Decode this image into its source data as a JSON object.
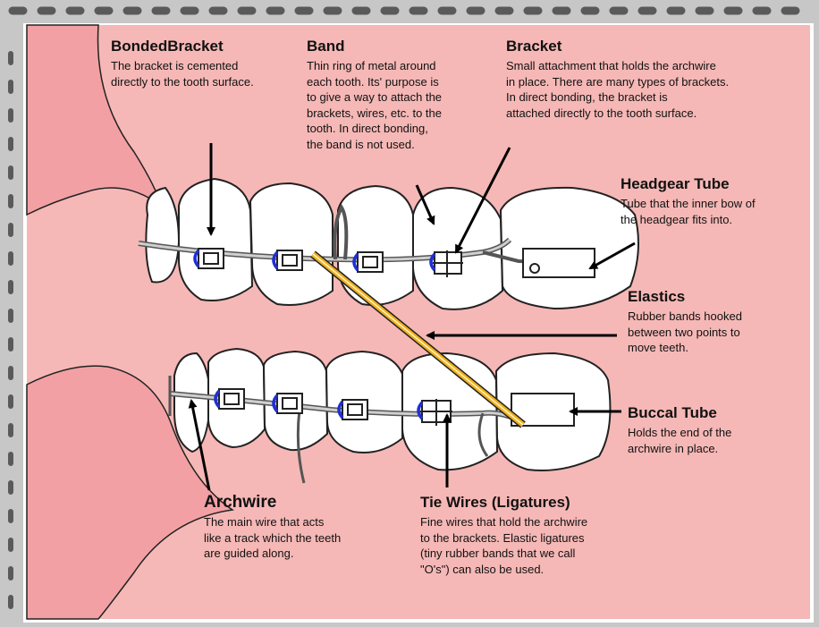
{
  "labels": {
    "bonded_bracket": {
      "title": "BondedBracket",
      "desc": "The bracket is cemented\ndirectly to the tooth surface."
    },
    "band": {
      "title": "Band",
      "desc": "Thin ring of metal around\neach tooth. Its' purpose is\nto give a way to attach the\nbrackets, wires, etc. to the\ntooth. In direct bonding,\nthe band is not used."
    },
    "bracket": {
      "title": "Bracket",
      "desc": "Small attachment that holds the archwire\nin place. There are many types of brackets.\nIn direct bonding, the bracket is\nattached directly to the tooth surface."
    },
    "headgear_tube": {
      "title": "Headgear Tube",
      "desc": "Tube that the inner bow of\nthe headgear fits into."
    },
    "elastics": {
      "title": "Elastics",
      "desc": "Rubber bands hooked\nbetween two points to\nmove teeth."
    },
    "buccal_tube": {
      "title": "Buccal Tube",
      "desc": "Holds the end of the\narchwire in place."
    },
    "archwire": {
      "title": "Archwire",
      "desc": "The main wire that acts\nlike a track which the teeth\nare guided along."
    },
    "tie_wires": {
      "title": "Tie Wires (Ligatures)",
      "desc": "Fine wires that hold the archwire\nto the brackets. Elastic ligatures\n(tiny rubber bands that we call\n\"O's\") can also be used."
    }
  },
  "colors": {
    "background": "#c7c7c7",
    "panel": "#f5b8b6",
    "gum": "#f2a3a6",
    "elastic": "#f0b020",
    "bracket_accent": "#1f2fd6",
    "line": "#000000"
  }
}
